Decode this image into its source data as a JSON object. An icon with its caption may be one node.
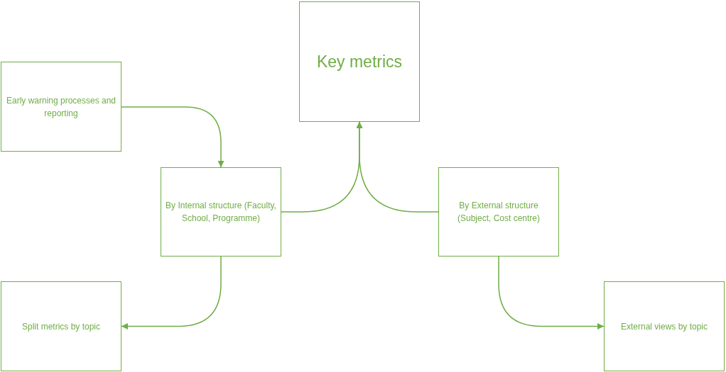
{
  "diagram": {
    "nodes": [
      {
        "text": [
          "Key metrics"
        ]
      },
      {
        "text": [
          "Early warning processes and reporting"
        ]
      },
      {
        "text": [
          "By Internal structure (Faculty, School, Programme)"
        ]
      },
      {
        "text": [
          "By External structure (Subject, Cost centre)"
        ]
      },
      {
        "text": [
          "Split metrics by topic"
        ]
      },
      {
        "text": [
          "External views by topic"
        ]
      }
    ],
    "edges": [
      {
        "from": 1,
        "to": 2,
        "arrow": "to"
      },
      {
        "from": 2,
        "to": 0,
        "arrow": "to"
      },
      {
        "from": 3,
        "to": 0,
        "arrow": "to"
      },
      {
        "from": 2,
        "to": 4,
        "arrow": "to"
      },
      {
        "from": 3,
        "to": 5,
        "arrow": "to"
      }
    ]
  }
}
